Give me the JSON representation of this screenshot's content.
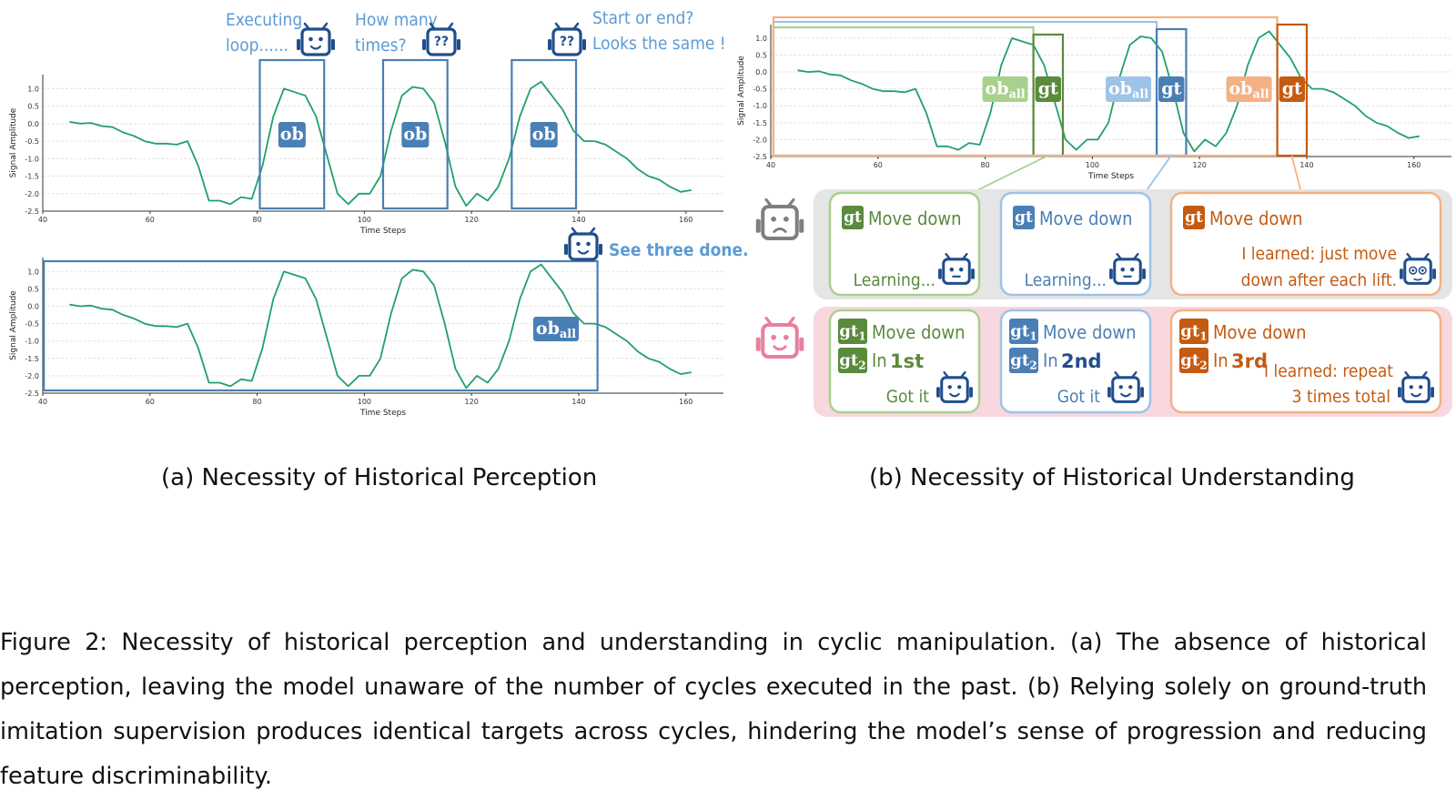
{
  "colors": {
    "signal": "#21a06a",
    "box_blue": "#4a7fb5",
    "note_blue": "#5b9bd5",
    "robot_blue": "#1f4e8c",
    "green": "#5a8a3c",
    "green_light": "#a9d18e",
    "blue_light": "#9dc3e6",
    "orange": "#c55a11",
    "orange_light": "#f4b183",
    "pink_bg": "#f8d7df",
    "pink_robot": "#e97f9c",
    "gray_bg": "#e5e5e5",
    "gray_robot": "#7f7f7f"
  },
  "axes": {
    "ylabel": "Signal Amplitude",
    "xlabel": "Time Steps",
    "xticks": [
      "40",
      "60",
      "80",
      "100",
      "120",
      "140",
      "160"
    ],
    "yticks": [
      "1.0",
      "0.5",
      "0.0",
      "-0.5",
      "-1.0",
      "-1.5",
      "-2.0",
      "-2.5"
    ]
  },
  "chart_data": {
    "type": "line",
    "xlabel": "Time Steps",
    "ylabel": "Signal Amplitude",
    "xlim": [
      40,
      167
    ],
    "ylim": [
      -2.5,
      1.4
    ],
    "x": [
      45,
      47,
      49,
      51,
      53,
      55,
      57,
      59,
      61,
      63,
      65,
      67,
      69,
      71,
      73,
      75,
      77,
      79,
      81,
      83,
      85,
      87,
      89,
      91,
      93,
      95,
      97,
      99,
      101,
      103,
      105,
      107,
      109,
      111,
      113,
      115,
      117,
      119,
      121,
      123,
      125,
      127,
      129,
      131,
      133,
      135,
      137,
      139,
      141,
      143,
      145,
      147,
      149,
      151,
      153,
      155,
      157,
      159,
      161
    ],
    "y": [
      0.05,
      0.0,
      0.02,
      -0.07,
      -0.1,
      -0.25,
      -0.35,
      -0.5,
      -0.57,
      -0.57,
      -0.6,
      -0.5,
      -1.2,
      -2.2,
      -2.2,
      -2.3,
      -2.1,
      -2.15,
      -1.2,
      0.2,
      1.0,
      0.9,
      0.8,
      0.2,
      -0.9,
      -2.0,
      -2.3,
      -2.0,
      -2.0,
      -1.5,
      -0.2,
      0.8,
      1.05,
      1.0,
      0.6,
      -0.5,
      -1.8,
      -2.35,
      -2.0,
      -2.2,
      -1.8,
      -1.0,
      0.2,
      1.0,
      1.2,
      0.8,
      0.4,
      -0.2,
      -0.5,
      -0.5,
      -0.6,
      -0.8,
      -1.0,
      -1.3,
      -1.5,
      -1.6,
      -1.8,
      -1.95,
      -1.9
    ]
  },
  "panel_a": {
    "thought_1": [
      "Executing",
      "loop......"
    ],
    "thought_2": [
      "How many",
      "times?"
    ],
    "thought_3": [
      "Start or end?",
      "Looks the same !"
    ],
    "robot_q": "??",
    "box_label": "ob",
    "see_done": "See three done.",
    "oball": {
      "base": "ob",
      "sub": "all"
    }
  },
  "panel_b": {
    "oball": {
      "base": "ob",
      "sub": "all"
    },
    "gt": "gt",
    "cards_top": [
      {
        "tag": "gt",
        "title": "Move down",
        "line1": "",
        "line2": "Learning..."
      },
      {
        "tag": "gt",
        "title": "Move down",
        "line1": "",
        "line2": "Learning..."
      },
      {
        "tag": "gt",
        "title": "Move down",
        "line1": "I learned: just move",
        "line2": "down after each lift."
      }
    ],
    "cards_bottom": [
      {
        "tag1": "gt",
        "sub1": "1",
        "title": "Move down",
        "tag2": "gt",
        "sub2": "2",
        "in_text": "In",
        "ordinal": "1st",
        "line1": "",
        "line2": "Got it"
      },
      {
        "tag1": "gt",
        "sub1": "1",
        "title": "Move down",
        "tag2": "gt",
        "sub2": "2",
        "in_text": "In",
        "ordinal": "2nd",
        "line1": "",
        "line2": "Got it"
      },
      {
        "tag1": "gt",
        "sub1": "1",
        "title": "Move down",
        "tag2": "gt",
        "sub2": "2",
        "in_text": "In",
        "ordinal": "3rd",
        "line1": "I learned: repeat",
        "line2": "3 times total"
      }
    ]
  },
  "subcaptions": {
    "a": "(a)  Necessity of Historical Perception",
    "b": "(b)  Necessity of Historical Understanding"
  },
  "caption": "Figure 2: Necessity of historical perception and understanding in cyclic manipulation. (a) The absence of historical perception, leaving the model unaware of the number of cycles executed in the past. (b) Relying solely on ground-truth imitation supervision produces identical targets across cycles, hindering the model’s sense of progression and reducing feature discriminability."
}
